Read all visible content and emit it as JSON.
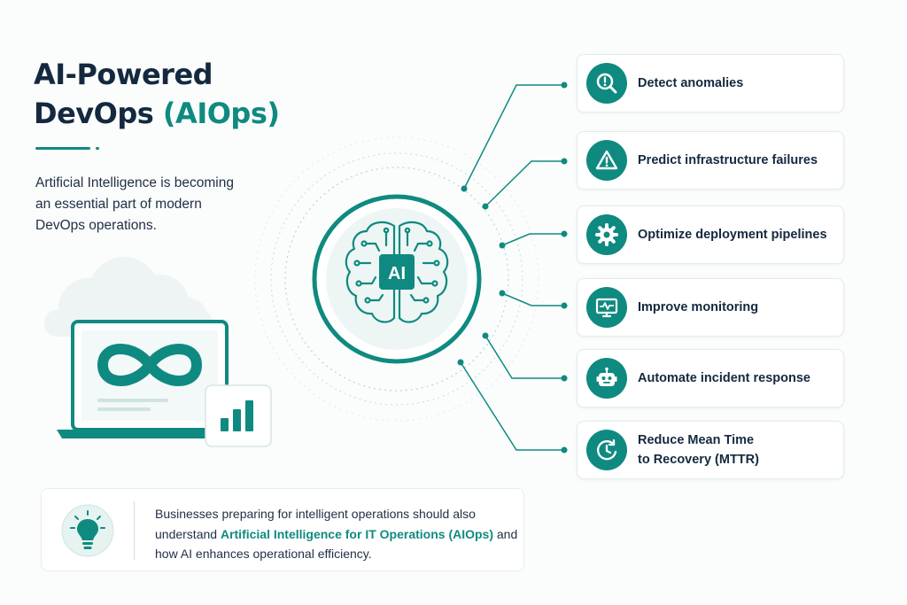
{
  "header": {
    "title_line1": "AI-Powered",
    "title_line2_part1": "DevOps ",
    "title_line2_accent": "(AIOps)",
    "intro": "Artificial Intelligence is becoming an essential part of modern DevOps operations."
  },
  "center": {
    "badge": "AI",
    "icon": "brain-icon"
  },
  "illustration": {
    "icons": [
      "cloud-icon",
      "laptop-icon",
      "infinity-icon",
      "bar-chart-icon"
    ]
  },
  "cards": [
    {
      "label": "Detect anomalies",
      "icon": "magnifier-alert-icon"
    },
    {
      "label": "Predict infrastructure failures",
      "icon": "warning-triangle-icon"
    },
    {
      "label": "Optimize deployment pipelines",
      "icon": "gear-icon"
    },
    {
      "label": "Improve monitoring",
      "icon": "monitor-pulse-icon"
    },
    {
      "label": "Automate incident response",
      "icon": "robot-icon"
    },
    {
      "label": "Reduce Mean Time\nto Recovery (MTTR)",
      "icon": "clock-recovery-icon"
    }
  ],
  "note": {
    "icon": "lightbulb-icon",
    "text_before": "Businesses preparing for intelligent operations should also understand ",
    "link_text": "Artificial Intelligence for IT Operations (AIOps)",
    "text_after": " and how AI enhances operational efficiency."
  },
  "colors": {
    "accent": "#0f8a80",
    "heading": "#14293f",
    "light_teal": "#e6f3f1",
    "background": "#fbfcfc"
  }
}
